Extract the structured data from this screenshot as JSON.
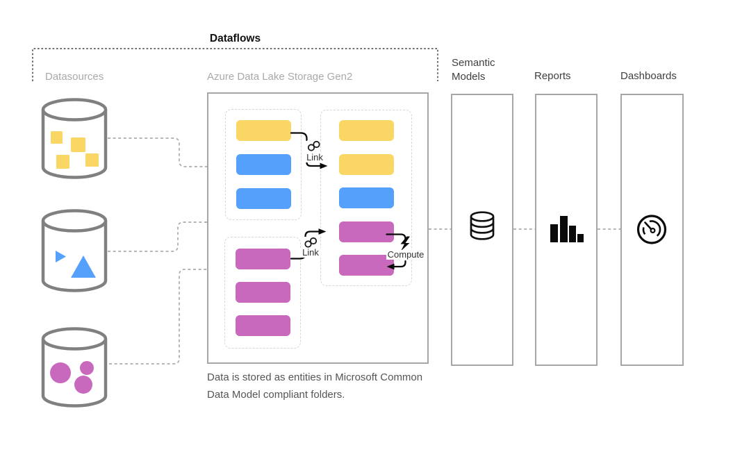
{
  "title": "Dataflows",
  "columns": {
    "datasources_label": "Datasources",
    "adls_label": "Azure Data Lake Storage Gen2",
    "semantic_models_label": "Semantic Models",
    "reports_label": "Reports",
    "dashboards_label": "Dashboards"
  },
  "annotations": {
    "link_top": "Link",
    "link_bottom": "Link",
    "compute": "Compute"
  },
  "caption": "Data is stored as entities in Microsoft Common Data Model compliant folders.",
  "datasources": [
    {
      "name": "datasource-yellow-squares",
      "color": "yellow",
      "shape": "square"
    },
    {
      "name": "datasource-blue-triangles",
      "color": "blue",
      "shape": "triangle"
    },
    {
      "name": "datasource-pink-circles",
      "color": "pink",
      "shape": "circle"
    }
  ],
  "dataflow_entities": {
    "staging_group_top": [
      "yellow",
      "blue",
      "blue"
    ],
    "staging_group_bottom": [
      "pink",
      "pink",
      "pink"
    ],
    "linked_group": [
      "yellow",
      "yellow",
      "blue",
      "pink",
      "pink"
    ]
  },
  "icons": {
    "semantic_models": "database-stack-icon",
    "reports": "bar-chart-icon",
    "dashboards": "gauge-icon",
    "link": "chain-link-icon",
    "compute": "lightning-bolt-icon"
  },
  "colors": {
    "yellow": "#FAD664",
    "blue": "#55A0FA",
    "pink": "#C869BE",
    "box_border": "#A6A6A6",
    "dashed_group": "#D6D6D6",
    "connector": "#ABABAB",
    "bracket": "#5A5A5A",
    "cylinder": "#808080",
    "muted_text": "#A9A9A9",
    "dark_text": "#3F3F3F",
    "arrow": "#0A0A0A"
  }
}
